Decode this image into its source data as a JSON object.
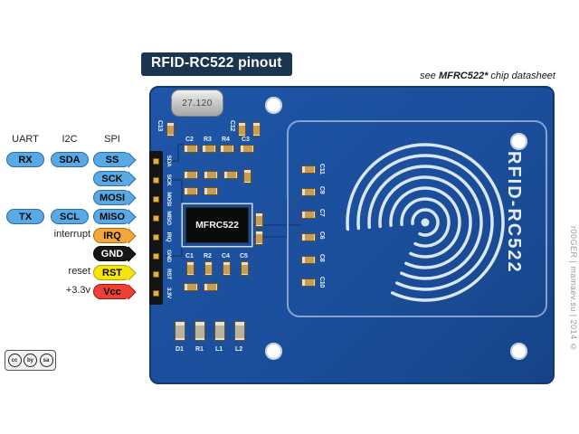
{
  "page": {
    "title": "RFID-RC522 pinout",
    "note_prefix": "see ",
    "note_chip": "MFRC522*",
    "note_suffix": " chip datasheet",
    "watermark": "r00GER | mamaev.su | 2014 ©"
  },
  "pin_table": {
    "headers": [
      "UART",
      "I2C",
      "SPI"
    ],
    "rows": [
      {
        "uart": "RX",
        "i2c": "SDA",
        "spi": "SS",
        "color": "#58a9e4"
      },
      {
        "spi": "SCK",
        "color": "#58a9e4"
      },
      {
        "spi": "MOSI",
        "color": "#58a9e4"
      },
      {
        "uart": "TX",
        "i2c": "SCL",
        "spi": "MISO",
        "color": "#58a9e4"
      },
      {
        "note": "interrupt",
        "spi": "IRQ",
        "color": "#f2a73b"
      },
      {
        "spi": "GND",
        "color": "#161616"
      },
      {
        "note": "reset",
        "spi": "RST",
        "color": "#f6e50c"
      },
      {
        "note": "+3.3v",
        "spi": "Vcc",
        "color": "#ee4036"
      }
    ]
  },
  "board": {
    "name": "RFID-RC522",
    "chip": "MFRC522",
    "crystal": "27.120",
    "pcb_color": "#1b4e9b",
    "header_pins": [
      "SDA",
      "SCK",
      "MOSI",
      "MISO",
      "IRQ",
      "GND",
      "RST",
      "3.3V"
    ],
    "top_labels": [
      "C13",
      "C2",
      "R3",
      "R4",
      "C12",
      "C3"
    ],
    "mid_labels": [
      "C11",
      "C9",
      "C7",
      "C6",
      "C8",
      "C10"
    ],
    "lower_labels": [
      "C1",
      "R2",
      "C4",
      "C5"
    ],
    "bottom_labels": [
      "D1",
      "R1",
      "L1",
      "L2"
    ]
  },
  "license": {
    "icons": [
      "cc",
      "by",
      "sa"
    ]
  }
}
